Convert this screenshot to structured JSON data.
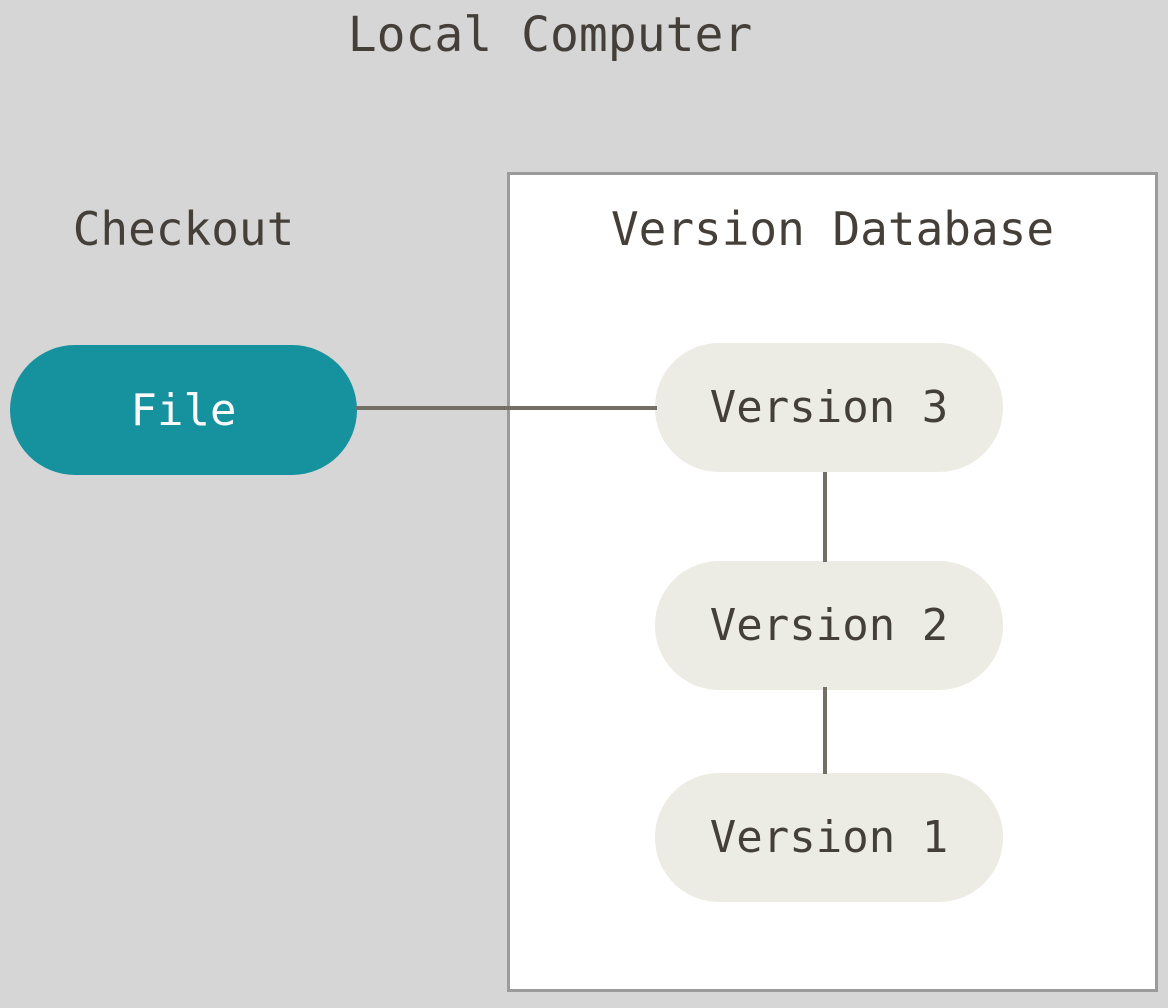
{
  "title": "Local Computer",
  "checkout": {
    "label": "Checkout"
  },
  "file_node": {
    "label": "File"
  },
  "version_database": {
    "title": "Version Database",
    "versions": [
      {
        "label": "Version 3"
      },
      {
        "label": "Version 2"
      },
      {
        "label": "Version 1"
      }
    ]
  },
  "connectors": [
    {
      "from": "file",
      "to": "version-3",
      "orientation": "horizontal"
    },
    {
      "from": "version-3",
      "to": "version-2",
      "orientation": "vertical"
    },
    {
      "from": "version-2",
      "to": "version-1",
      "orientation": "vertical"
    }
  ],
  "colors": {
    "background": "#D6D6D6",
    "file_node_fill": "#16929E",
    "file_node_text": "#FAFAFA",
    "version_node_fill": "#ECECE4",
    "box_fill": "#FFFFFF",
    "box_border": "#9B9B9B",
    "connector": "#736E66",
    "text": "#453F3A"
  }
}
